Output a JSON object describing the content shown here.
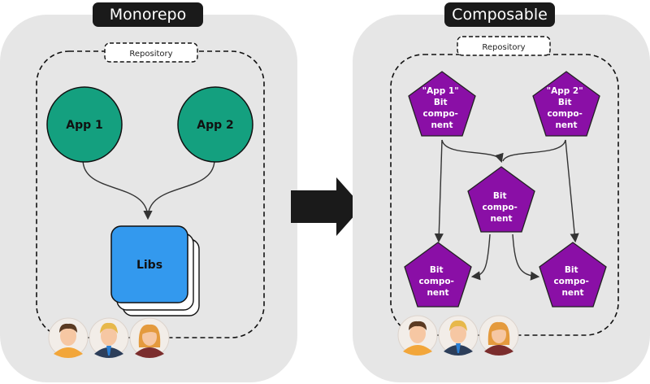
{
  "left": {
    "title": "Monorepo",
    "repository_label": "Repository",
    "apps": [
      "App 1",
      "App 2"
    ],
    "libs_label": "Libs"
  },
  "right": {
    "title": "Composable",
    "repository_label": "Repository",
    "components": [
      [
        "\"App 1\"",
        "Bit",
        "compo-",
        "nent"
      ],
      [
        "\"App 2\"",
        "Bit",
        "compo-",
        "nent"
      ],
      [
        "Bit",
        "compo-",
        "nent"
      ],
      [
        "Bit",
        "compo-",
        "nent"
      ],
      [
        "Bit",
        "compo-",
        "nent"
      ]
    ]
  },
  "colors": {
    "panel": "#e6e6e6",
    "title_bg": "#1a1a1a",
    "app_fill": "#14a07f",
    "libs_fill": "#3399ee",
    "bit_fill": "#8a0fa6",
    "arrow": "#1a1a1a"
  },
  "icons": [
    "person-male-orange-icon",
    "person-male-suit-icon",
    "person-female-icon"
  ]
}
